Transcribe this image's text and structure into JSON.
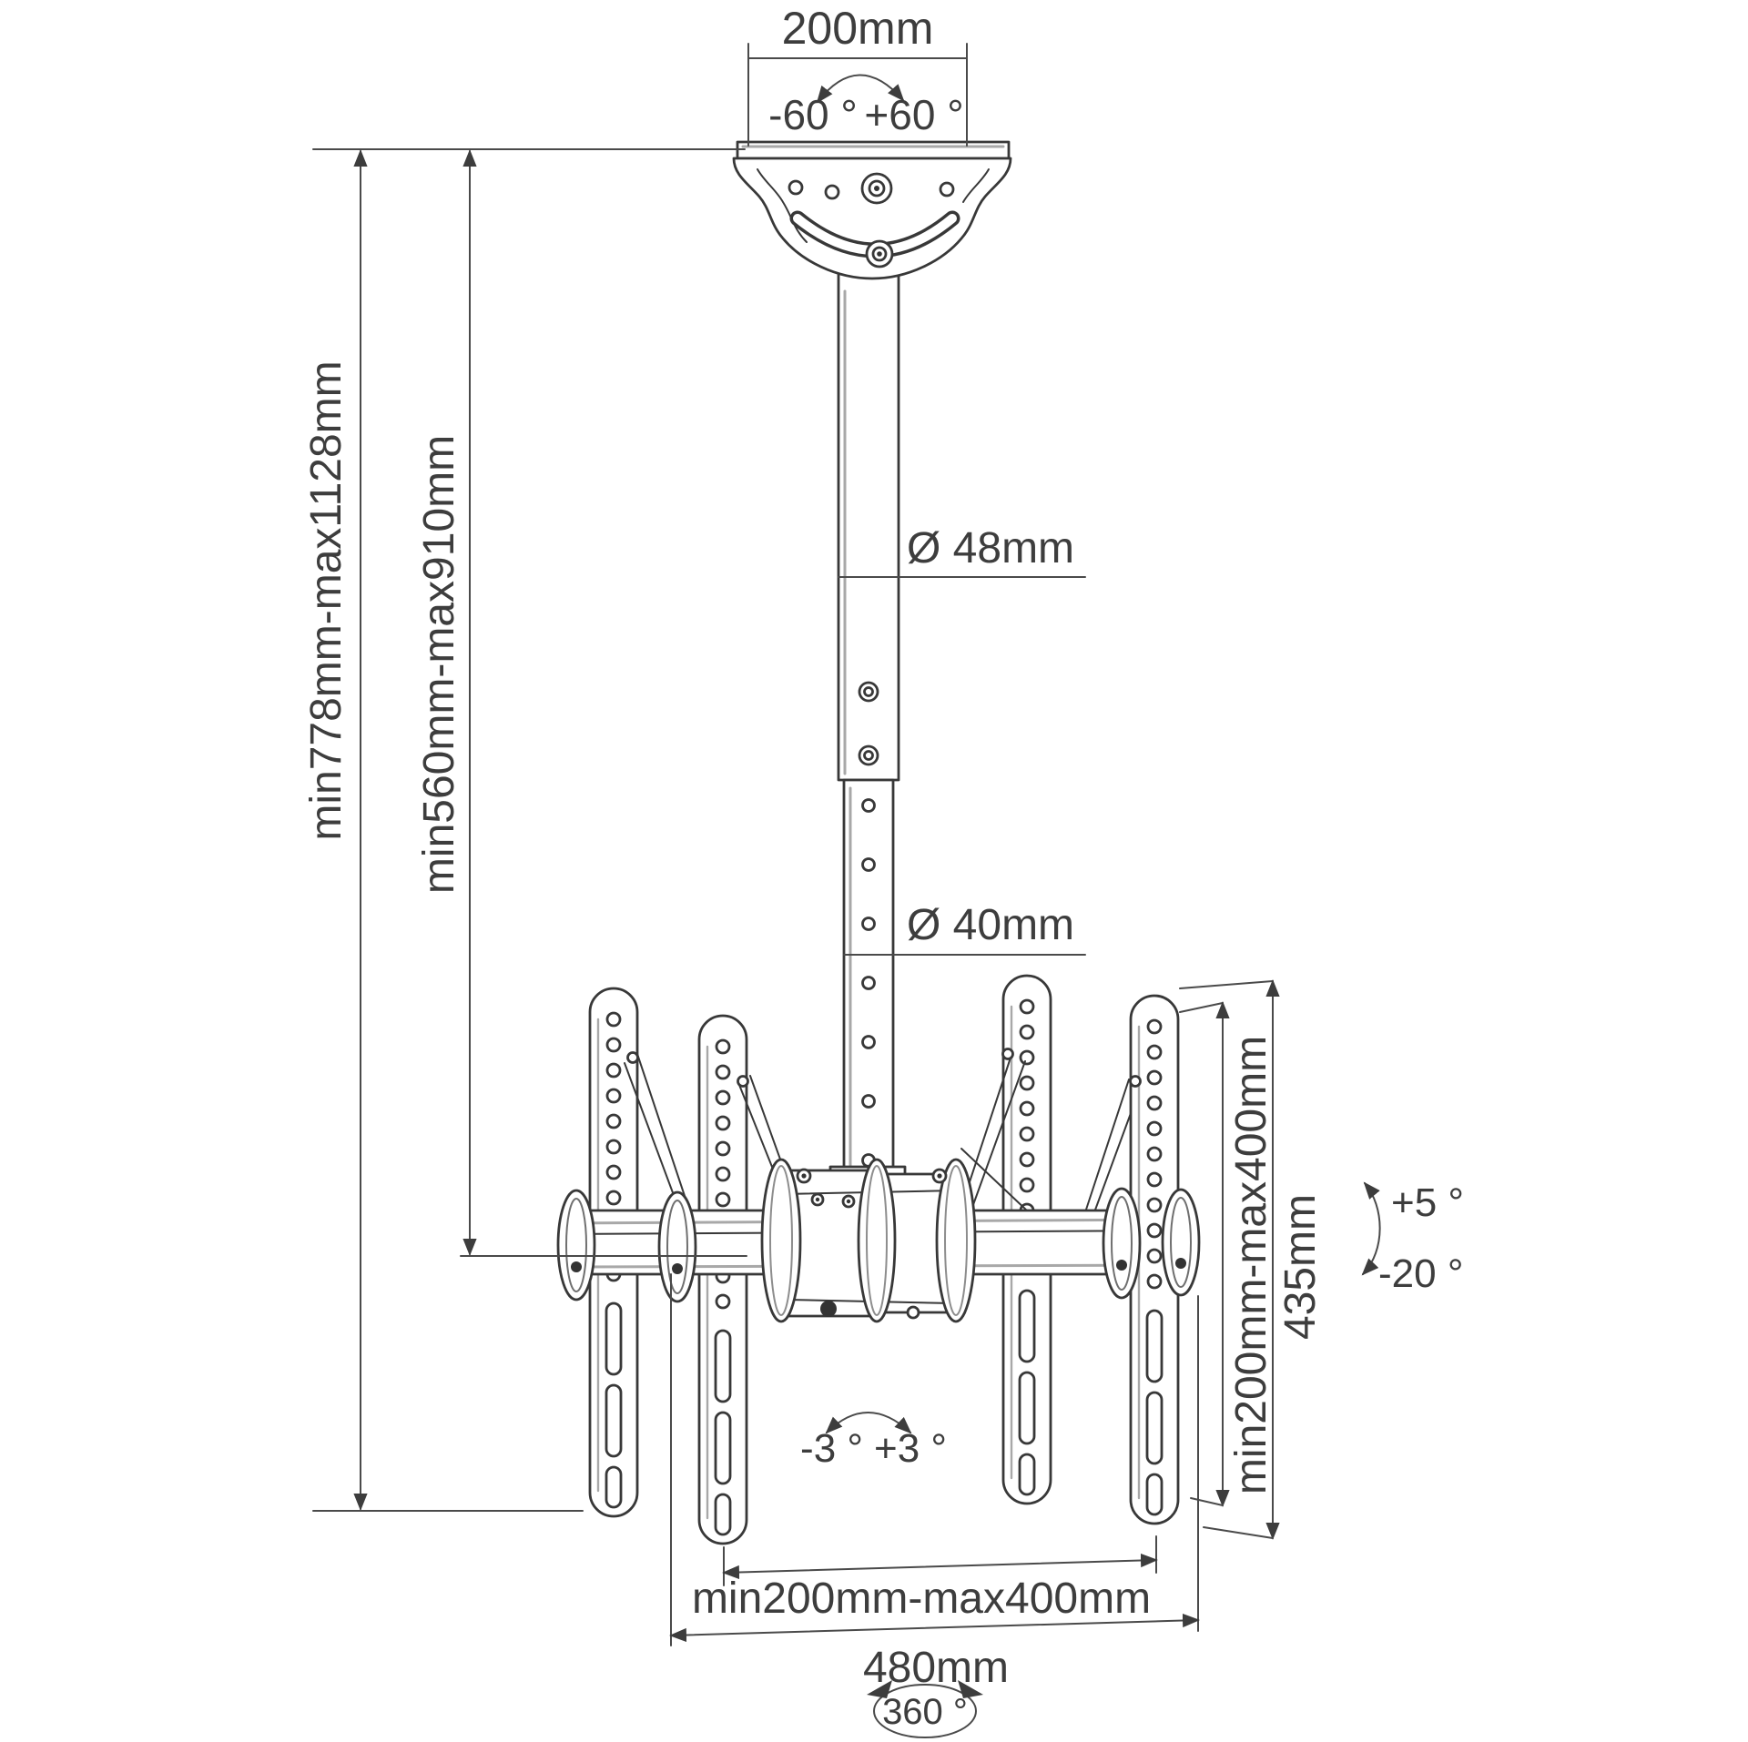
{
  "diagram": {
    "type": "technical-dimension-drawing",
    "subject": "dual-screen TV ceiling mount bracket",
    "colors": {
      "background": "#ffffff",
      "line": "#383838",
      "shade": "#a8a8a8",
      "text": "#3d3d3d"
    },
    "labels": {
      "ceiling_plate_width": "200mm",
      "swivel_min": "-60 °",
      "swivel_max": "+60 °",
      "upper_pole_diameter": "Ø 48mm",
      "lower_pole_diameter": "Ø 40mm",
      "overall_height_range": "min778mm-max1128mm",
      "pole_height_range": "min560mm-max910mm",
      "vesa_height_range": "min200mm-max400mm",
      "bracket_height": "435mm",
      "tilt_up": "+5 °",
      "tilt_down": "-20 °",
      "level_min": "-3 °",
      "level_max": "+3 °",
      "vesa_width_range": "min200mm-max400mm",
      "crossbar_width": "480mm",
      "rotation": "360 °"
    }
  }
}
